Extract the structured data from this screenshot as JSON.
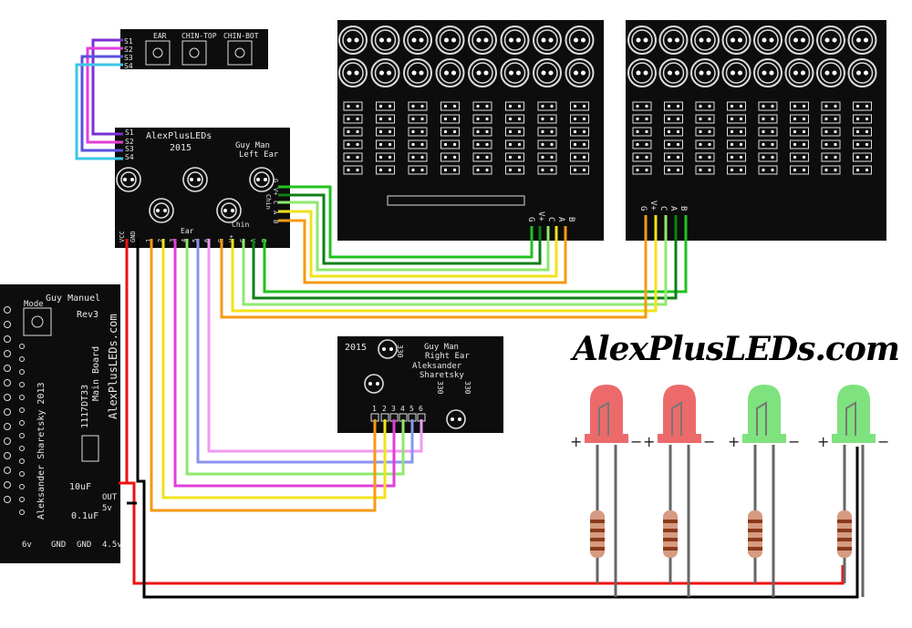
{
  "brand_title": "AlexPlusLEDs.com",
  "button_board": {
    "pins": [
      "S1",
      "S2",
      "S3",
      "S4"
    ],
    "buttons": [
      "EAR",
      "CHIN-TOP",
      "CHIN-BOT"
    ]
  },
  "left_ear_board": {
    "title": "AlexPlusLEDs",
    "year": "2015",
    "name_line1": "Guy Man",
    "name_line2": "Left Ear",
    "side_pins": [
      "G",
      "V+",
      "Chin",
      "C",
      "A",
      "B"
    ],
    "bottom_pins": [
      "VCC",
      "GND",
      "1",
      "2",
      "3",
      "4",
      "5",
      "6",
      "G",
      "V+",
      "C",
      "A",
      "B"
    ],
    "ear_label": "Ear",
    "chin_label": "Chin",
    "switch_pins": [
      "S1",
      "S2",
      "S3",
      "S4"
    ]
  },
  "main_board": {
    "name_line1": "Guy Manuel",
    "name_line2": "Rev3",
    "mode_label": "Mode",
    "board_label": "Main Board",
    "regulator": "1117DT33",
    "url": "AlexPlusLEDs.com",
    "author": "Aleksander Sharetsky 2013",
    "cap1": "10uF",
    "cap2": "0.1uF",
    "out_label": "OUT",
    "in_label": "5v",
    "bottom_pins": [
      "6v",
      "GND",
      "GND",
      "4.5v"
    ]
  },
  "right_ear_board": {
    "year": "2015",
    "name_line1": "Guy Man",
    "name_line2": "Right Ear",
    "author1": "Aleksander",
    "author2": "Sharetsky",
    "resistors": [
      "330",
      "330",
      "330"
    ],
    "pins": [
      "1",
      "2",
      "3",
      "4",
      "5",
      "6"
    ]
  },
  "matrix_pins": [
    "G",
    "V+",
    "C",
    "A",
    "B"
  ],
  "led_polarity": {
    "plus": "+",
    "minus": "−"
  },
  "colors": {
    "pcb": "#0d0d0d",
    "led_red": "#ec6a6a",
    "led_green": "#7ee27e",
    "wire_red": "#ee1111",
    "wire_black": "#000000",
    "wire_orange": "#f59a14",
    "wire_yellow": "#f2e21a",
    "wire_green": "#21c21f",
    "wire_darkgreen": "#0f7f18",
    "wire_lightgreen": "#8ee86c",
    "wire_blue": "#8a94f2",
    "wire_magenta": "#e23ed9",
    "wire_pink": "#f09af0",
    "wire_purple": "#7a2fd3",
    "wire_cyan": "#3cc6ea"
  }
}
